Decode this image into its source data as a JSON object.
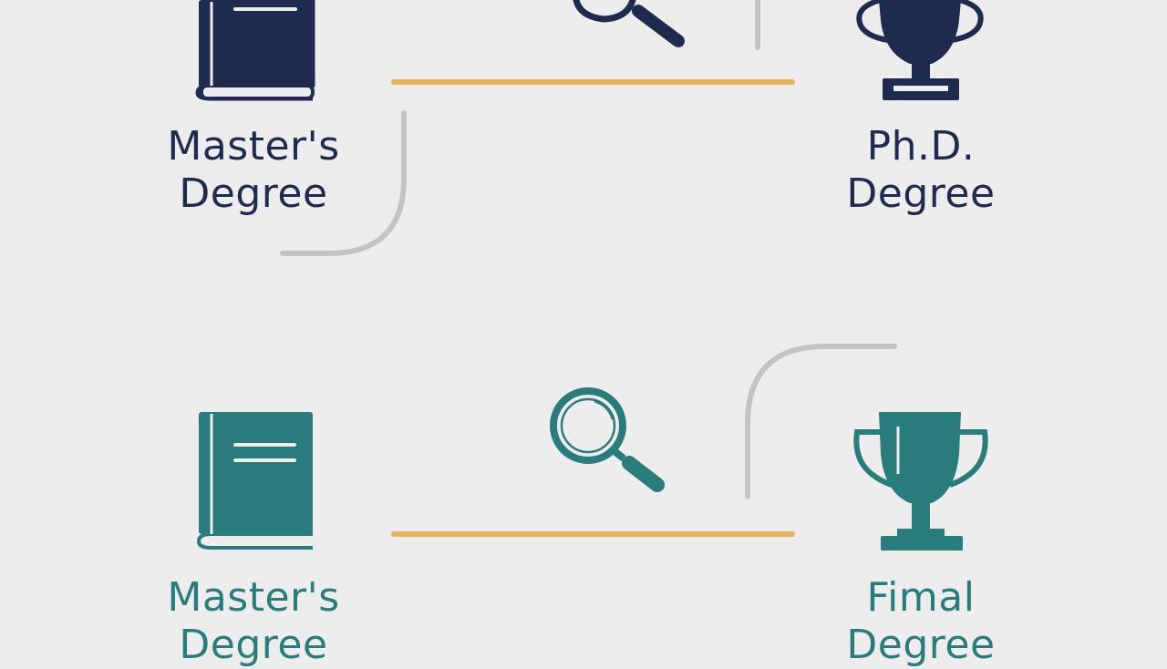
{
  "colors": {
    "background": "#ededed",
    "navy": "#1f2a4f",
    "teal": "#2a7b7b",
    "accent_line": "#e6b15f",
    "connector": "#c4c4c4"
  },
  "top_row": {
    "start": {
      "icon": "book-icon",
      "label_line1": "Master's",
      "label_line2": "Degree"
    },
    "middle": {
      "icon": "magnifier-icon"
    },
    "end": {
      "icon": "trophy-icon",
      "label_line1": "Ph.D.",
      "label_line2": "Degree"
    }
  },
  "bottom_row": {
    "start": {
      "icon": "book-icon",
      "label_line1": "Master's",
      "label_line2": "Degree"
    },
    "middle": {
      "icon": "magnifier-icon"
    },
    "end": {
      "icon": "trophy-icon",
      "label_line1": "Fimal",
      "label_line2": "Degree"
    }
  }
}
